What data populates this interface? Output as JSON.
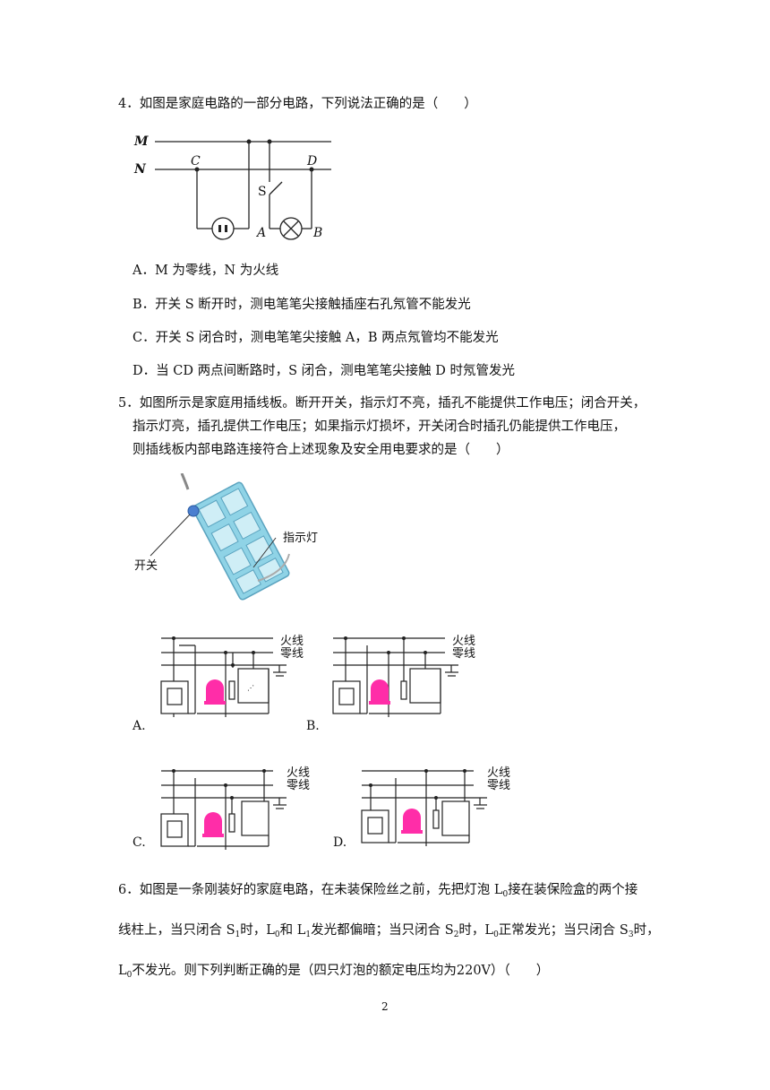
{
  "q4": {
    "stem": "4．如图是家庭电路的一部分电路，下列说法正确的是（　　）",
    "labels": {
      "M": "M",
      "N": "N",
      "C": "C",
      "D": "D",
      "S": "S",
      "A": "A",
      "B": "B"
    },
    "options": [
      "A．M 为零线，N 为火线",
      "B．开关 S 断开时，测电笔笔尖接触插座右孔氖管不能发光",
      "C．开关 S 闭合时，测电笔笔尖接触 A，B 两点氖管均不能发光",
      "D．当 CD 两点间断路时，S 闭合，测电笔笔尖接触 D 时氖管发光"
    ]
  },
  "q5": {
    "stem_lines": [
      "5．如图所示是家庭用插线板。断开开关，指示灯不亮，插孔不能提供工作电压；闭合开关，",
      "指示灯亮，插孔提供工作电压；如果指示灯损坏，开关闭合时插孔仍能提供工作电压，",
      "则插线板内部电路连接符合上述现象及安全用电要求的是（　　）"
    ],
    "photo_labels": {
      "switch": "开关",
      "indicator": "指示灯"
    },
    "wire_labels": {
      "live": "火线",
      "neutral": "零线"
    },
    "option_letters": [
      "A.",
      "B.",
      "C.",
      "D."
    ]
  },
  "q6": {
    "line1_a": "6．如图是一条刚装好的家庭电路，在未装保险丝之前，先把灯泡 L",
    "line1_b": "接在装保险盒的两个接",
    "line2_a": "线柱上，当只闭合 S",
    "line2_b": "时，L",
    "line2_c": "和 L",
    "line2_d": "发光都偏暗；当只闭合 S",
    "line2_e": "时，L",
    "line2_f": "正常发光；当只闭合 S",
    "line2_g": "时，",
    "line3_a": "L",
    "line3_b": "不发光。则下列判断正确的是（四只灯泡的额定电压均为220V）（　　）",
    "subs": {
      "zero": "0",
      "one": "1",
      "two": "2",
      "three": "3"
    }
  },
  "page_number": "2"
}
